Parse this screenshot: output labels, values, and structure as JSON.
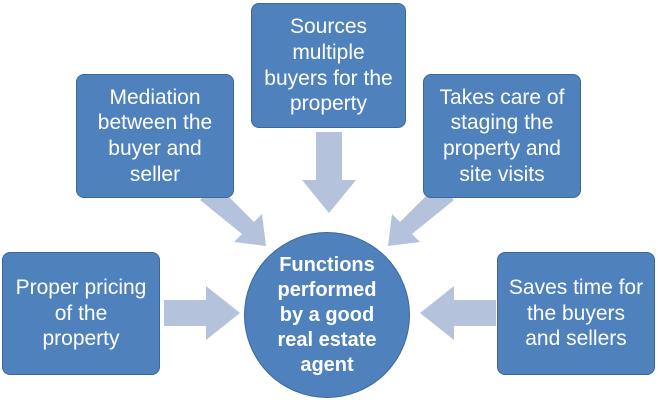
{
  "diagram": {
    "center": "Functions\nperformed\nby a good\nreal estate\nagent",
    "nodes": [
      {
        "id": "mediation",
        "text": "Mediation\nbetween the\nbuyer and\nseller"
      },
      {
        "id": "sources",
        "text": "Sources\nmultiple\nbuyers for the\nproperty"
      },
      {
        "id": "staging",
        "text": "Takes care of\nstaging the\nproperty and\nsite visits"
      },
      {
        "id": "pricing",
        "text": "Proper pricing\nof the\nproperty"
      },
      {
        "id": "saves-time",
        "text": "Saves time for\nthe buyers\nand sellers"
      }
    ]
  },
  "colors": {
    "box_fill": "#4f81bd",
    "box_border": "#3b679b",
    "arrow_fill": "#b4c3db",
    "text": "#ffffff"
  }
}
